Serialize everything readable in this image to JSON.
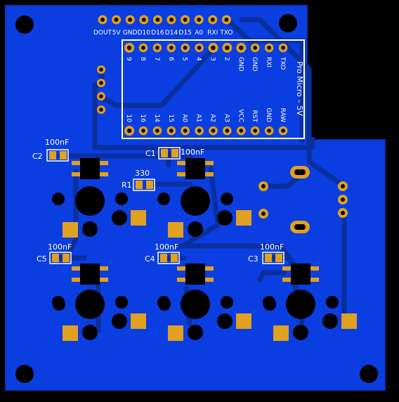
{
  "board": {
    "colors": {
      "background": "#000000",
      "board": "#0b3ee0",
      "trace": "#0a2f9e",
      "pad": "#e0a020",
      "silk": "#ffffff",
      "hole": "#000000"
    }
  },
  "pro_micro": {
    "title": "Pro Micro – 5V",
    "top_header_labels": [
      "DOUT",
      "5V",
      "GND",
      "D10",
      "D16",
      "D14",
      "D15",
      "A0",
      "RXI",
      "TXO"
    ],
    "outline_top_labels": [
      "TXO",
      "RXI",
      "GND",
      "GND",
      "2",
      "3",
      "4",
      "5",
      "6",
      "7",
      "8",
      "9"
    ],
    "outline_bottom_labels": [
      "RAW",
      "GND",
      "RST",
      "VCC",
      "A3",
      "A2",
      "A1",
      "A0",
      "15",
      "14",
      "16",
      "10"
    ]
  },
  "components": {
    "caps": [
      {
        "ref": "C2",
        "value": "100nF"
      },
      {
        "ref": "C1",
        "value": "100nF"
      },
      {
        "ref": "C5",
        "value": "100nF"
      },
      {
        "ref": "C4",
        "value": "100nF"
      },
      {
        "ref": "C3",
        "value": "100nF"
      }
    ],
    "resistor": {
      "ref": "R1",
      "value": "330"
    }
  }
}
